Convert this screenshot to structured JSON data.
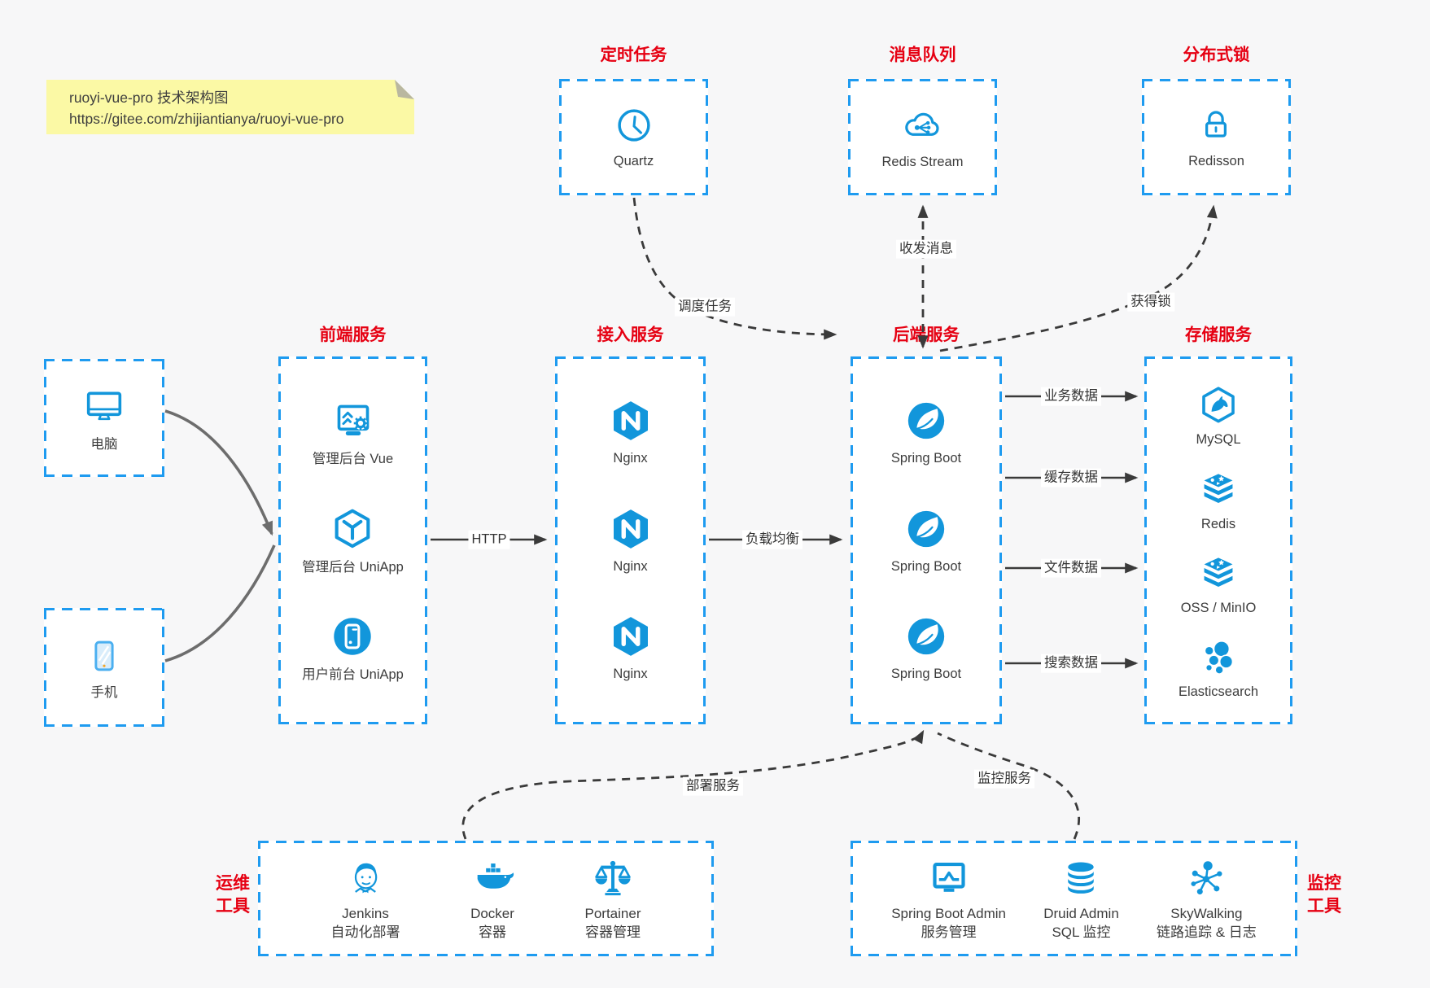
{
  "note": {
    "title": "ruoyi-vue-pro 技术架构图",
    "url": "https://gitee.com/zhijiantianya/ruoyi-vue-pro"
  },
  "top": [
    {
      "title": "定时任务",
      "items": [
        {
          "icon": "clock-icon",
          "label": "Quartz"
        }
      ]
    },
    {
      "title": "消息队列",
      "items": [
        {
          "icon": "cloud-share-icon",
          "label": "Redis Stream"
        }
      ]
    },
    {
      "title": "分布式锁",
      "items": [
        {
          "icon": "padlock-icon",
          "label": "Redisson"
        }
      ]
    }
  ],
  "clients": [
    {
      "icon": "desktop-icon",
      "label": "电脑"
    },
    {
      "icon": "smartphone-icon",
      "label": "手机"
    }
  ],
  "columns": [
    {
      "title": "前端服务",
      "items": [
        {
          "icon": "admin-screen-gear-icon",
          "label": "管理后台 Vue"
        },
        {
          "icon": "cube-y-icon",
          "label": "管理后台 UniApp"
        },
        {
          "icon": "phone-circle-icon",
          "label": "用户前台 UniApp"
        }
      ]
    },
    {
      "title": "接入服务",
      "items": [
        {
          "icon": "nginx-icon",
          "label": "Nginx"
        },
        {
          "icon": "nginx-icon",
          "label": "Nginx"
        },
        {
          "icon": "nginx-icon",
          "label": "Nginx"
        }
      ]
    },
    {
      "title": "后端服务",
      "items": [
        {
          "icon": "spring-boot-icon",
          "label": "Spring Boot"
        },
        {
          "icon": "spring-boot-icon",
          "label": "Spring Boot"
        },
        {
          "icon": "spring-boot-icon",
          "label": "Spring Boot"
        }
      ]
    },
    {
      "title": "存储服务",
      "items": [
        {
          "icon": "mysql-icon",
          "label": "MySQL"
        },
        {
          "icon": "redis-stack-icon",
          "label": "Redis"
        },
        {
          "icon": "redis-stack-icon",
          "label": "OSS / MinIO"
        },
        {
          "icon": "elasticsearch-icon",
          "label": "Elasticsearch"
        }
      ]
    }
  ],
  "bottom": [
    {
      "title_line1": "运维",
      "title_line2": "工具",
      "items": [
        {
          "icon": "jenkins-icon",
          "label": "Jenkins",
          "sublabel": "自动化部署"
        },
        {
          "icon": "docker-icon",
          "label": "Docker",
          "sublabel": "容器"
        },
        {
          "icon": "portainer-icon",
          "label": "Portainer",
          "sublabel": "容器管理"
        }
      ]
    },
    {
      "title_line1": "监控",
      "title_line2": "工具",
      "items": [
        {
          "icon": "spring-boot-admin-icon",
          "label": "Spring Boot Admin",
          "sublabel": "服务管理"
        },
        {
          "icon": "druid-icon",
          "label": "Druid Admin",
          "sublabel": "SQL 监控"
        },
        {
          "icon": "skywalking-icon",
          "label": "SkyWalking",
          "sublabel": "链路追踪 & 日志"
        }
      ]
    }
  ],
  "edges": {
    "schedule": "调度任务",
    "messages": "收发消息",
    "lock": "获得锁",
    "http": "HTTP",
    "load_balance": "负载均衡",
    "business_data": "业务数据",
    "cache_data": "缓存数据",
    "file_data": "文件数据",
    "search_data": "搜索数据",
    "deploy": "部署服务",
    "monitor": "监控服务"
  },
  "colors": {
    "border_blue": "#1e9bf0",
    "icon_blue": "#1296db",
    "title_red": "#e60012",
    "edge_dark": "#3a3a3a",
    "client_edge_gray": "#6d6d6d",
    "note_bg": "#fbf9a5",
    "canvas_bg": "#f7f7f8"
  }
}
